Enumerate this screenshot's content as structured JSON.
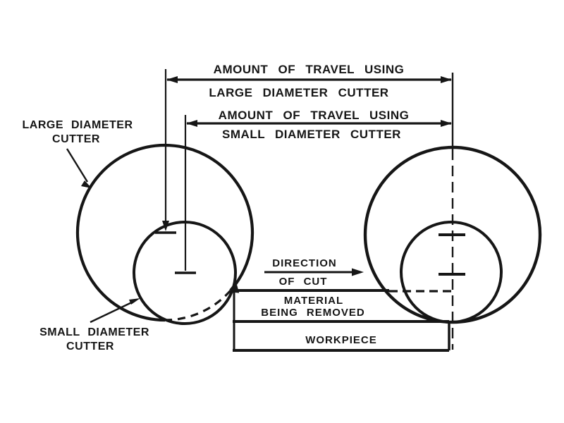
{
  "colors": {
    "background": "#ffffff",
    "ink": "#161616"
  },
  "dimension_labels": {
    "large_travel": {
      "top": "AMOUNT OF TRAVEL USING",
      "bottom": "LARGE DIAMETER CUTTER"
    },
    "small_travel": {
      "top": "AMOUNT OF TRAVEL USING",
      "bottom": "SMALL DIAMETER CUTTER"
    }
  },
  "callouts": {
    "large_cutter": {
      "line1": "LARGE DIAMETER",
      "line2": "CUTTER"
    },
    "small_cutter": {
      "line1": "SMALL DIAMETER",
      "line2": "CUTTER"
    }
  },
  "annotations": {
    "direction_of_cut": {
      "line1": "DIRECTION",
      "line2": "OF CUT"
    },
    "material_being_removed": {
      "line1": "MATERIAL",
      "line2": "BEING REMOVED"
    },
    "workpiece": "WORKPIECE"
  }
}
